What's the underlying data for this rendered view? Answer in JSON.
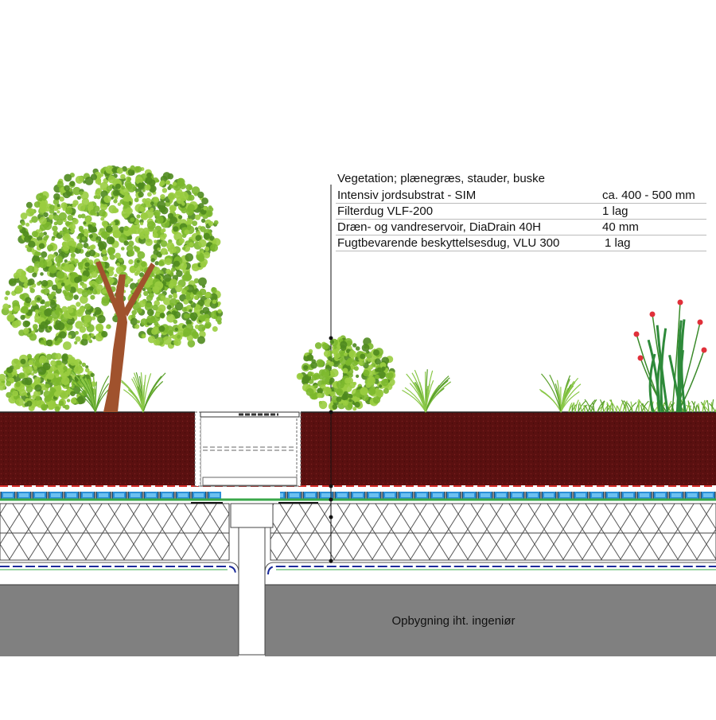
{
  "legend": {
    "rows": [
      {
        "name": "Vegetation; plænegræs, stauder, buske",
        "value": ""
      },
      {
        "name": "Intensiv jordsubstrat - SIM",
        "value": "ca. 400 - 500 mm"
      },
      {
        "name": "Filterdug  VLF-200",
        "value": "1 lag"
      },
      {
        "name": "Dræn- og vandreservoir, DiaDrain 40H",
        "value": "40 mm"
      },
      {
        "name": "Fugtbevarende beskyttelsesdug, VLU 300",
        "value": "1 lag"
      }
    ]
  },
  "base_label": "Opbygning iht. ingeniør",
  "colors": {
    "soil": "#5a1010",
    "drain": "#2a8fd8",
    "filter": "#d8302a",
    "protection": "#3aa84a",
    "concrete": "#808080",
    "foliage": "#7cb82e",
    "trunk": "#a0522d",
    "flower": "#e0303a"
  }
}
